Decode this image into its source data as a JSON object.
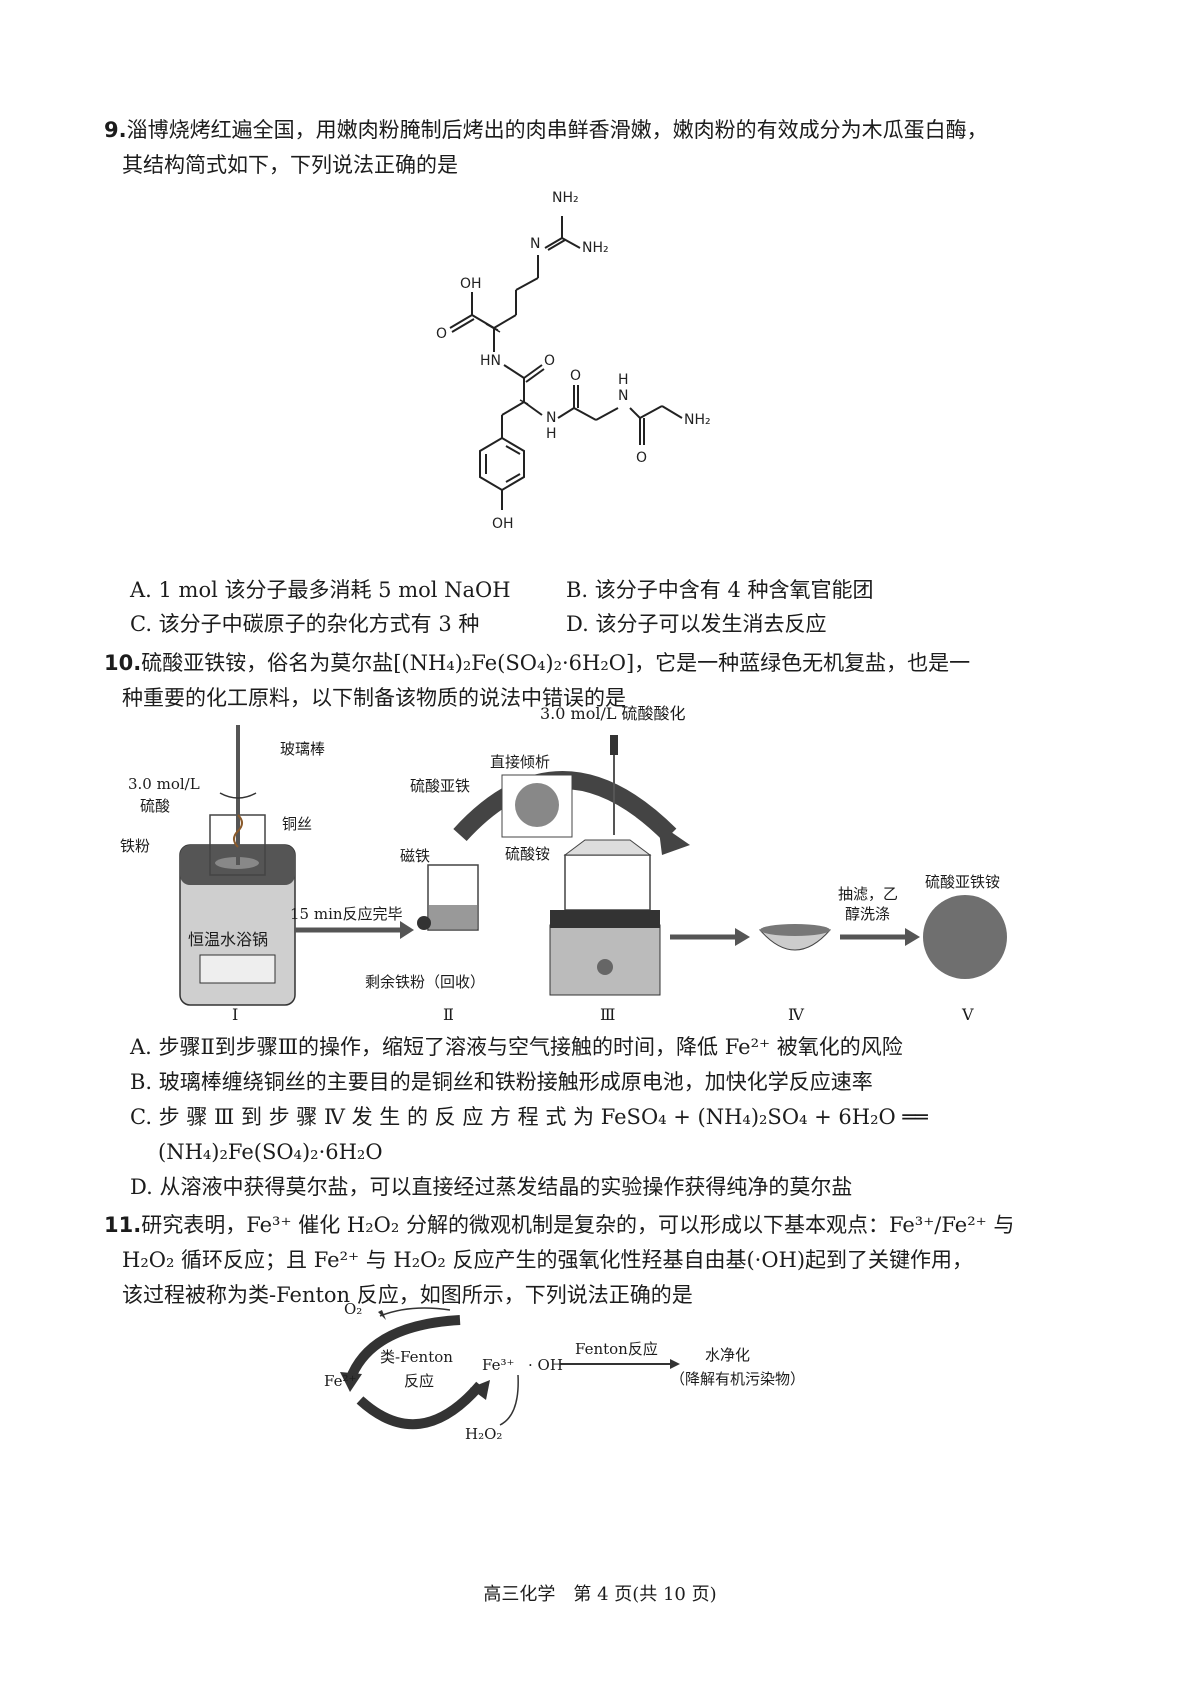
{
  "q9": {
    "number": "9.",
    "line1": "淄博烧烤红遍全国，用嫩肉粉腌制后烤出的肉串鲜香滑嫩，嫩肉粉的有效成分为木瓜蛋白酶，",
    "line2": "其结构简式如下，下列说法正确的是",
    "structure_labels": {
      "nh2_top": "NH₂",
      "n": "N",
      "nh2_right": "NH₂",
      "oh_acid": "OH",
      "o_acid": "O",
      "hn": "HN",
      "o1": "O",
      "o2": "O",
      "n_amide": "N",
      "h_amide": "H",
      "n_amide2": "N",
      "h_amide2": "H",
      "o3": "O",
      "nh2_end": "NH₂",
      "oh_phenol": "OH"
    },
    "options": {
      "A": "A. 1 mol 该分子最多消耗 5 mol NaOH",
      "B": "B. 该分子中含有 4 种含氧官能团",
      "C": "C. 该分子中碳原子的杂化方式有 3 种",
      "D": "D. 该分子可以发生消去反应"
    }
  },
  "q10": {
    "number": "10.",
    "line1": "硫酸亚铁铵，俗名为莫尔盐[(NH₄)₂Fe(SO₄)₂·6H₂O]，它是一种蓝绿色无机复盐，也是一",
    "line2": "种重要的化工原料，以下制备该物质的说法中错误的是",
    "figure": {
      "acid_top": "3.0 mol/L 硫酸酸化",
      "glass_rod": "玻璃棒",
      "conc": "3.0 mol/L",
      "acid": "硫酸",
      "copper": "铜丝",
      "iron_powder": "铁粉",
      "bath": "恒温水浴锅",
      "arrow1": "15 min反应完毕",
      "magnet": "磁铁",
      "leftover": "剩余铁粉（回收）",
      "ferrous_sulfate": "硫酸亚铁",
      "pour": "直接倾析",
      "ammonium_sulfate": "硫酸铵",
      "filter": "抽滤，乙",
      "wash": "醇洗涤",
      "product": "硫酸亚铁铵",
      "step1": "Ⅰ",
      "step2": "Ⅱ",
      "step3": "Ⅲ",
      "step4": "Ⅳ",
      "step5": "Ⅴ"
    },
    "options": {
      "A": "A. 步骤Ⅱ到步骤Ⅲ的操作，缩短了溶液与空气接触的时间，降低 Fe²⁺ 被氧化的风险",
      "B": "B. 玻璃棒缠绕铜丝的主要目的是铜丝和铁粉接触形成原电池，加快化学反应速率",
      "C1": "C. 步 骤 Ⅲ 到 步 骤 Ⅳ 发 生 的 反 应 方 程 式 为 FeSO₄ + (NH₄)₂SO₄ + 6H₂O ══",
      "C2": "(NH₄)₂Fe(SO₄)₂·6H₂O",
      "D": "D. 从溶液中获得莫尔盐，可以直接经过蒸发结晶的实验操作获得纯净的莫尔盐"
    }
  },
  "q11": {
    "number": "11.",
    "line1": "研究表明，Fe³⁺ 催化 H₂O₂ 分解的微观机制是复杂的，可以形成以下基本观点：Fe³⁺/Fe²⁺ 与",
    "line2": "H₂O₂ 循环反应；且 Fe²⁺ 与 H₂O₂ 反应产生的强氧化性羟基自由基(·OH)起到了关键作用，",
    "line3": "该过程被称为类-Fenton 反应，如图所示，下列说法正确的是",
    "diagram": {
      "o2": "O₂",
      "fe2": "Fe²⁺",
      "fe3": "Fe³⁺",
      "center1": "类-Fenton",
      "center2": "反应",
      "oh": "· OH",
      "fenton": "Fenton反应",
      "water1": "水净化",
      "water2": "（降解有机污染物）",
      "h2o2": "H₂O₂"
    }
  },
  "footer": "高三化学　第 4 页(共 10 页)"
}
